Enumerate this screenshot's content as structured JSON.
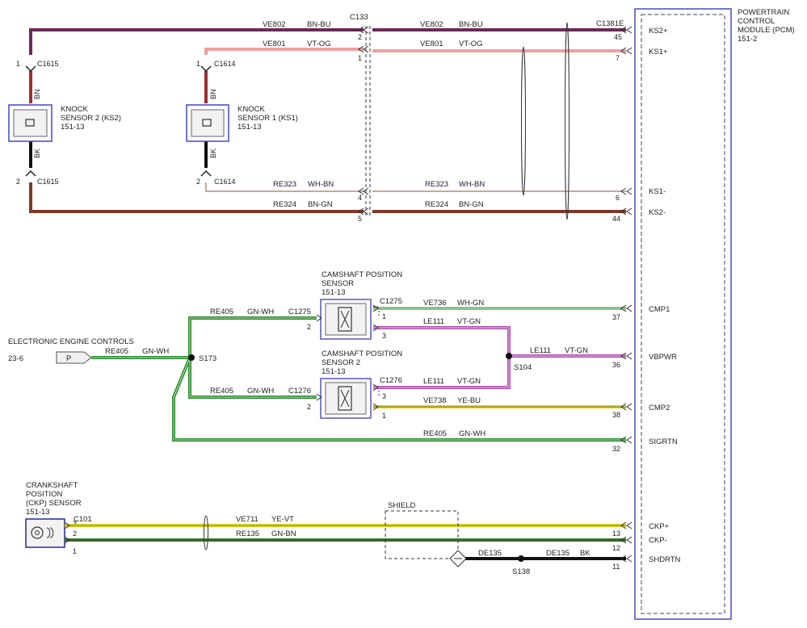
{
  "pcm": {
    "title_lines": [
      "POWERTRAIN",
      "CONTROL",
      "MODULE (PCM)",
      "151-2"
    ],
    "connector": "C1381E",
    "pins": [
      {
        "label": "KS2+",
        "num": "45"
      },
      {
        "label": "KS1+",
        "num": "7"
      },
      {
        "label": "KS1-",
        "num": "6"
      },
      {
        "label": "KS2-",
        "num": "44"
      },
      {
        "label": "CMP1",
        "num": "37"
      },
      {
        "label": "VBPWR",
        "num": "36"
      },
      {
        "label": "CMP2",
        "num": "38"
      },
      {
        "label": "SIGRTN",
        "num": "32"
      },
      {
        "label": "CKP+",
        "num": "13"
      },
      {
        "label": "CKP-",
        "num": "12"
      },
      {
        "label": "SHDRTN",
        "num": "11"
      }
    ]
  },
  "c133": {
    "name": "C133",
    "pins": [
      "2",
      "1",
      "4",
      "5"
    ]
  },
  "knock_sensor_2": {
    "lines": [
      "KNOCK",
      "SENSOR 2 (KS2)",
      "151-13"
    ],
    "conn_top": "C1615",
    "pin_top": "1",
    "conn_bot": "C1615",
    "pin_bot": "2",
    "wire_top": "BN",
    "wire_bot": "BK"
  },
  "knock_sensor_1": {
    "lines": [
      "KNOCK",
      "SENSOR 1 (KS1)",
      "151-13"
    ],
    "conn_top": "C1614",
    "pin_top": "1",
    "conn_bot": "C1614",
    "pin_bot": "2",
    "wire_top": "BN",
    "wire_bot": "BK"
  },
  "wires": {
    "ve802_l": {
      "circuit": "VE802",
      "color": "BN-BU"
    },
    "ve802_r": {
      "circuit": "VE802",
      "color": "BN-BU"
    },
    "ve801_l": {
      "circuit": "VE801",
      "color": "VT-OG"
    },
    "ve801_r": {
      "circuit": "VE801",
      "color": "VT-OG"
    },
    "re323_l": {
      "circuit": "RE323",
      "color": "WH-BN"
    },
    "re323_r": {
      "circuit": "RE323",
      "color": "WH-BN"
    },
    "re324_l": {
      "circuit": "RE324",
      "color": "BN-GN"
    },
    "re324_r": {
      "circuit": "RE324",
      "color": "BN-GN"
    },
    "re405_top": {
      "circuit": "RE405",
      "color": "GN-WH"
    },
    "re405_ec": {
      "circuit": "RE405",
      "color": "GN-WH"
    },
    "re405_mid": {
      "circuit": "RE405",
      "color": "GN-WH"
    },
    "re405_bot": {
      "circuit": "RE405",
      "color": "GN-WH"
    },
    "ve736": {
      "circuit": "VE736",
      "color": "WH-GN"
    },
    "le111_a": {
      "circuit": "LE111",
      "color": "VT-GN"
    },
    "le111_b": {
      "circuit": "LE111",
      "color": "VT-GN"
    },
    "le111_c": {
      "circuit": "LE111",
      "color": "VT-GN"
    },
    "ve738": {
      "circuit": "VE738",
      "color": "YE-BU"
    },
    "ve711": {
      "circuit": "VE711",
      "color": "YE-VT"
    },
    "re135": {
      "circuit": "RE135",
      "color": "GN-BN"
    },
    "de135_l": {
      "circuit": "DE135"
    },
    "de135_r": {
      "circuit": "DE135",
      "color": "BK"
    }
  },
  "cmp1": {
    "lines": [
      "CAMSHAFT POSITION",
      "SENSOR",
      "151-13"
    ],
    "conn_left": "C1275",
    "conn_right": "C1275",
    "pin_left": "2",
    "pin_r1": "1",
    "pin_r2": "3"
  },
  "cmp2": {
    "lines": [
      "CAMSHAFT POSITION",
      "SENSOR 2",
      "151-13"
    ],
    "conn_left": "C1276",
    "conn_right": "C1276",
    "pin_left": "2",
    "pin_r1": "3",
    "pin_r2": "1"
  },
  "eec": {
    "label": "ELECTRONIC ENGINE CONTROLS",
    "ref": "23-6",
    "pin": "P"
  },
  "splices": {
    "s173": "S173",
    "s104": "S104",
    "s138": "S138"
  },
  "ckp": {
    "lines": [
      "CRANKSHAFT",
      "POSITION",
      "(CKP) SENSOR",
      "151-13"
    ],
    "conn": "C101",
    "pins": [
      "3",
      "2",
      "1"
    ]
  },
  "shield": "SHIELD"
}
